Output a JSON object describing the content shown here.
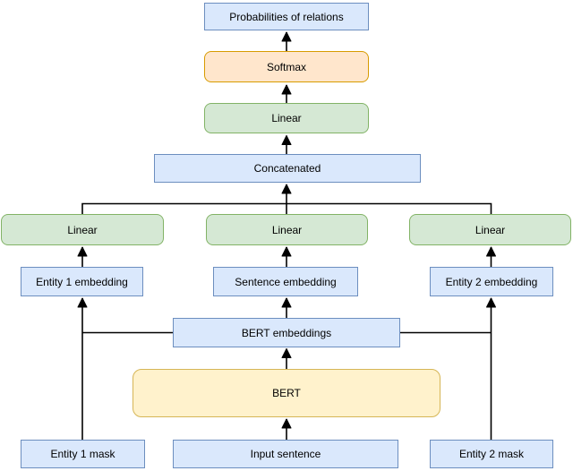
{
  "diagram": {
    "background": "#ffffff",
    "edge_color": "#000000",
    "styles": {
      "blue": {
        "fill": "#dae8fc",
        "border": "#6c8ebf"
      },
      "green": {
        "fill": "#d5e8d4",
        "border": "#82b366"
      },
      "orange": {
        "fill": "#ffe6cc",
        "border": "#d79b00"
      },
      "yellow": {
        "fill": "#fff2cc",
        "border": "#d6b656"
      }
    },
    "nodes": [
      {
        "id": "probabilities-of-relations",
        "label": "Probabilities of relations",
        "style": "blue",
        "shape": "rect"
      },
      {
        "id": "softmax",
        "label": "Softmax",
        "style": "orange",
        "shape": "rounded"
      },
      {
        "id": "linear-top",
        "label": "Linear",
        "style": "green",
        "shape": "rounded"
      },
      {
        "id": "concatenated",
        "label": "Concatenated",
        "style": "blue",
        "shape": "rect"
      },
      {
        "id": "linear-left",
        "label": "Linear",
        "style": "green",
        "shape": "rounded"
      },
      {
        "id": "linear-middle",
        "label": "Linear",
        "style": "green",
        "shape": "rounded"
      },
      {
        "id": "linear-right",
        "label": "Linear",
        "style": "green",
        "shape": "rounded"
      },
      {
        "id": "entity1-embedding",
        "label": "Entity 1 embedding",
        "style": "blue",
        "shape": "rect"
      },
      {
        "id": "sentence-embedding",
        "label": "Sentence embedding",
        "style": "blue",
        "shape": "rect"
      },
      {
        "id": "entity2-embedding",
        "label": "Entity 2 embedding",
        "style": "blue",
        "shape": "rect"
      },
      {
        "id": "bert-embeddings",
        "label": "BERT embeddings",
        "style": "blue",
        "shape": "rect"
      },
      {
        "id": "bert",
        "label": "BERT",
        "style": "yellow",
        "shape": "rounded"
      },
      {
        "id": "entity1-mask",
        "label": "Entity 1 mask",
        "style": "blue",
        "shape": "rect"
      },
      {
        "id": "input-sentence",
        "label": "Input sentence",
        "style": "blue",
        "shape": "rect"
      },
      {
        "id": "entity2-mask",
        "label": "Entity 2 mask",
        "style": "blue",
        "shape": "rect"
      }
    ],
    "edges": [
      {
        "from": "softmax",
        "to": "probabilities-of-relations"
      },
      {
        "from": "linear-top",
        "to": "softmax"
      },
      {
        "from": "concatenated",
        "to": "linear-top"
      },
      {
        "from": "linear-left",
        "to": "concatenated"
      },
      {
        "from": "linear-middle",
        "to": "concatenated"
      },
      {
        "from": "linear-right",
        "to": "concatenated"
      },
      {
        "from": "entity1-embedding",
        "to": "linear-left"
      },
      {
        "from": "sentence-embedding",
        "to": "linear-middle"
      },
      {
        "from": "entity2-embedding",
        "to": "linear-right"
      },
      {
        "from": "bert-embeddings",
        "to": "sentence-embedding"
      },
      {
        "from": "bert-embeddings",
        "to": "entity1-embedding"
      },
      {
        "from": "bert-embeddings",
        "to": "entity2-embedding"
      },
      {
        "from": "bert",
        "to": "bert-embeddings"
      },
      {
        "from": "input-sentence",
        "to": "bert"
      },
      {
        "from": "entity1-mask",
        "to": "entity1-embedding"
      },
      {
        "from": "entity2-mask",
        "to": "entity2-embedding"
      }
    ]
  }
}
